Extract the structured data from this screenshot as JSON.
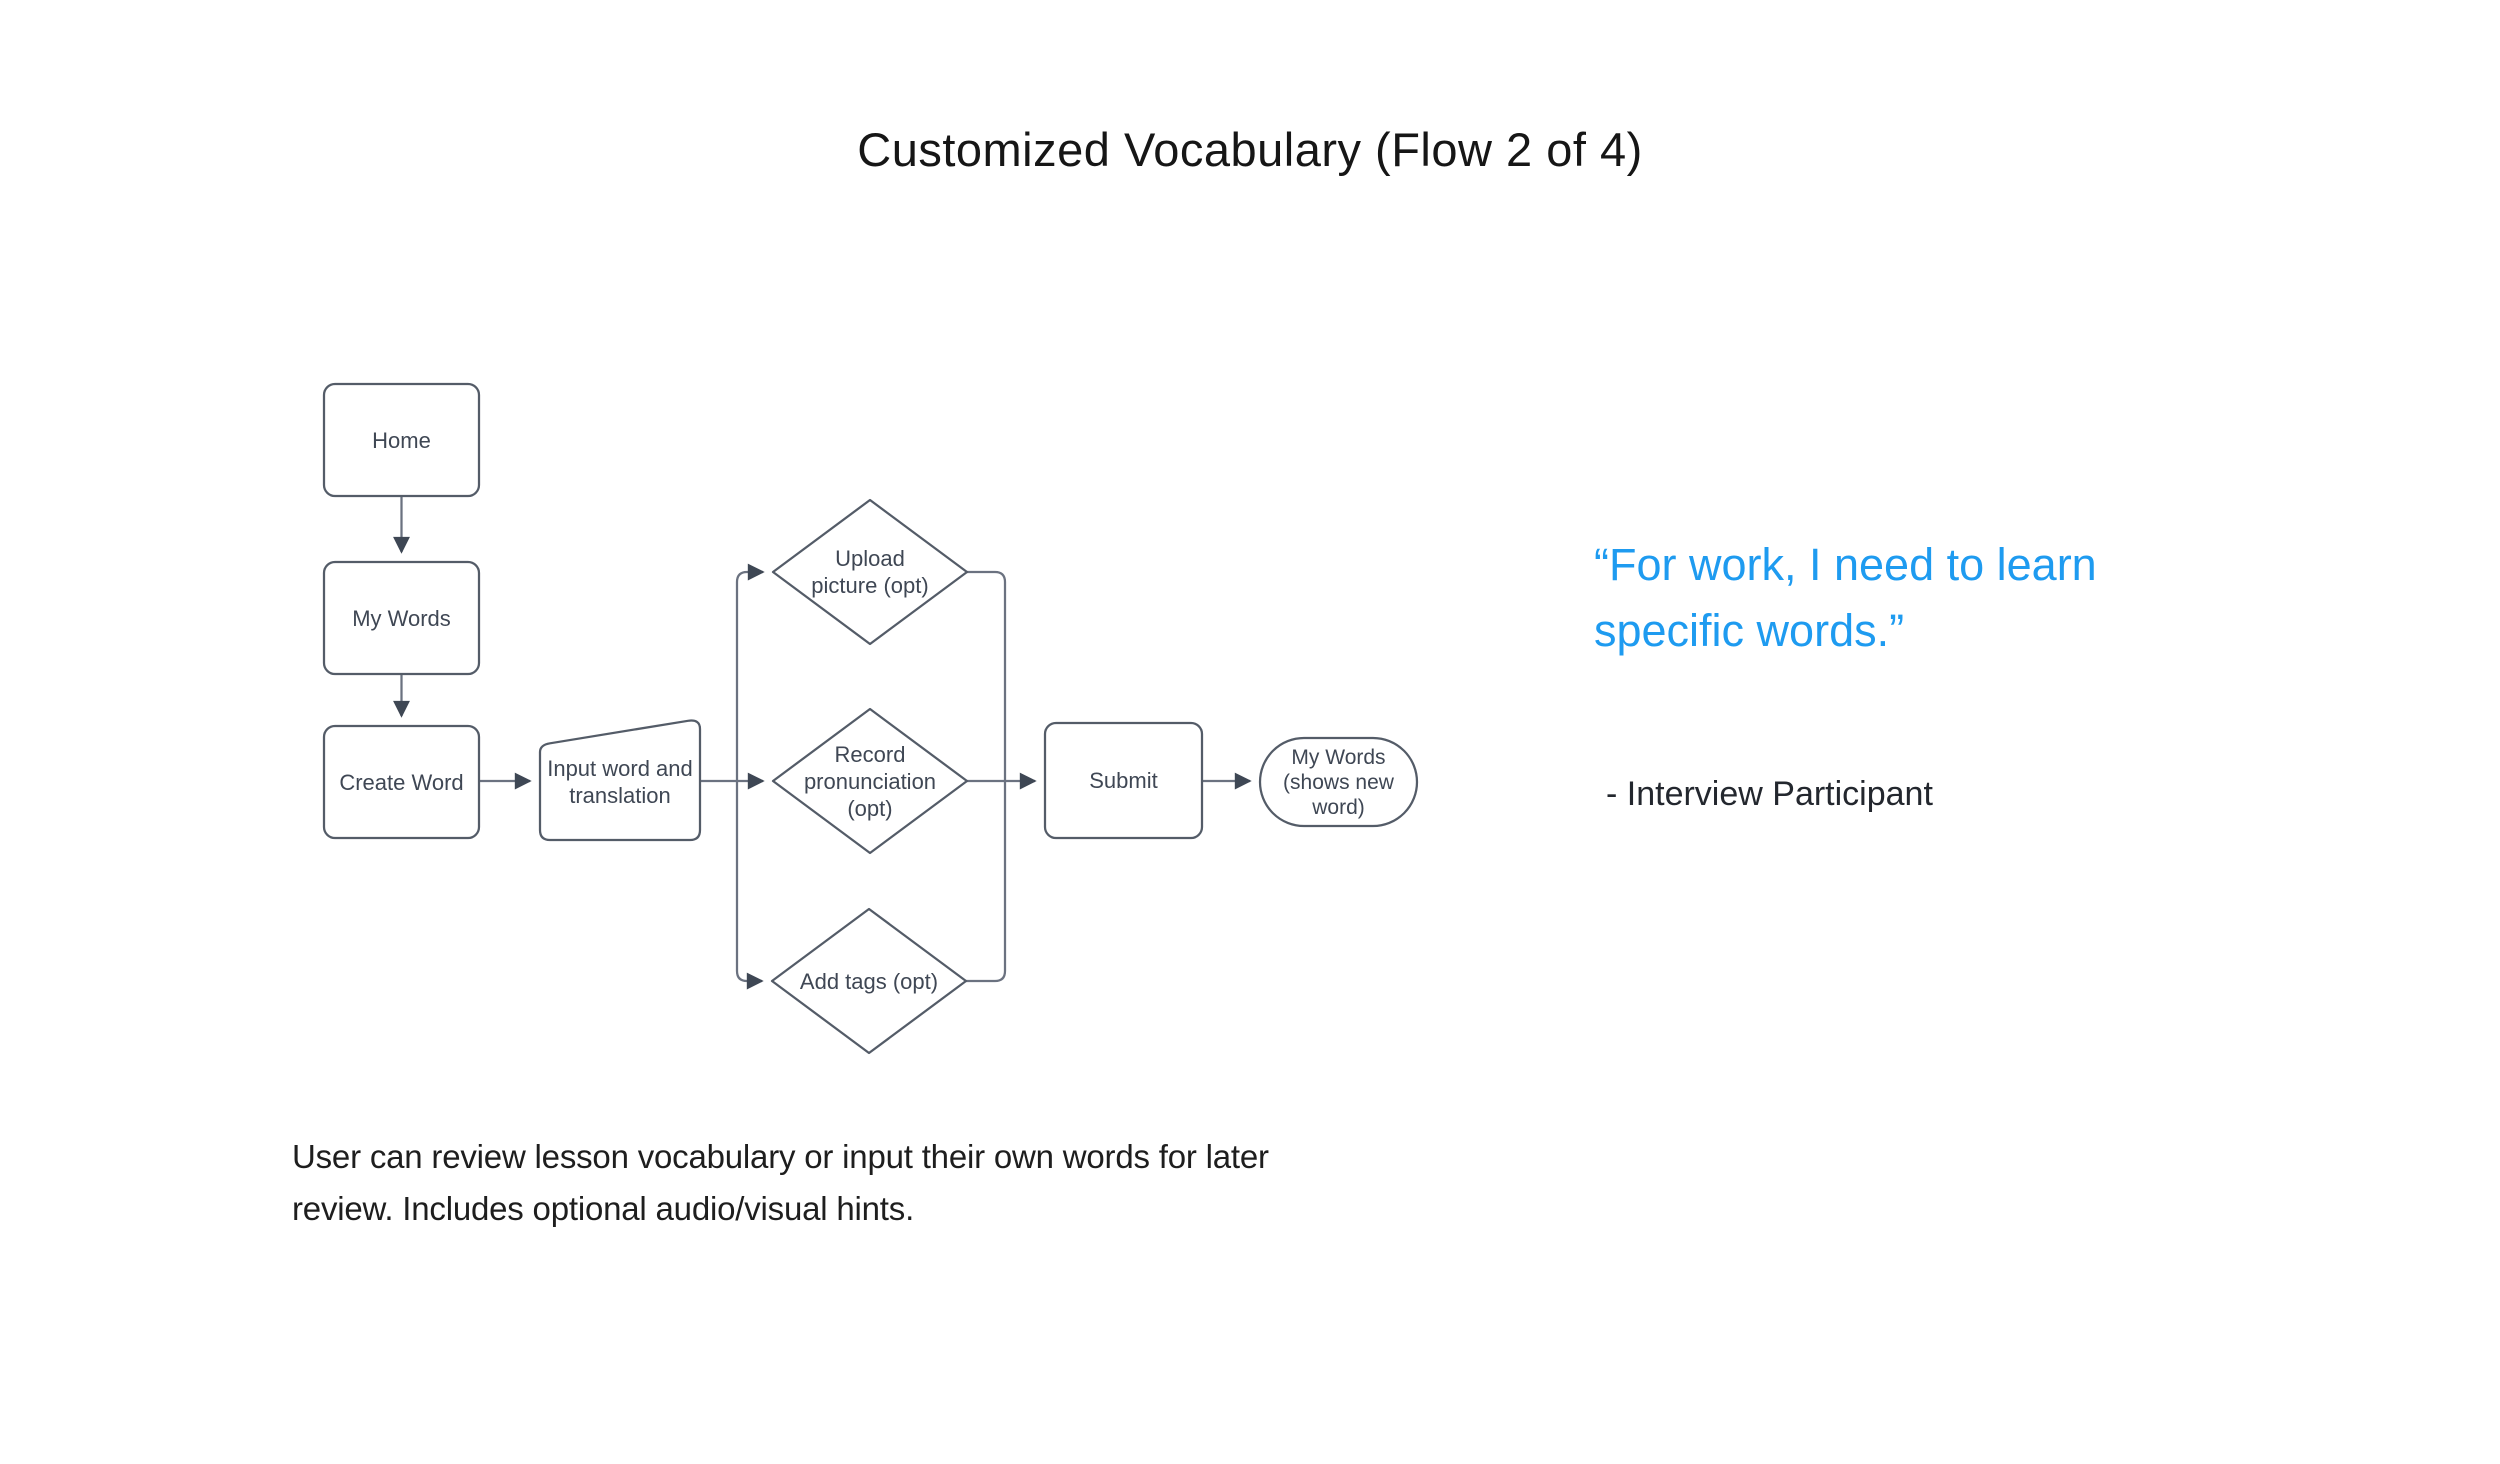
{
  "page": {
    "title": "Customized Vocabulary (Flow 2 of 4)",
    "description": "User can review lesson vocabulary or input their own words for later\nreview. Includes optional audio/visual hints."
  },
  "flowchart": {
    "nodes": {
      "home": {
        "label": "Home",
        "shape": "rectangle"
      },
      "my_words": {
        "label": "My Words",
        "shape": "rectangle"
      },
      "create_word": {
        "label": "Create Word",
        "shape": "rectangle"
      },
      "input_word": {
        "label": "Input word and\ntranslation",
        "shape": "manual-input"
      },
      "upload_picture": {
        "label": "Upload\npicture (opt)",
        "shape": "decision-diamond"
      },
      "record_pronunciation": {
        "label": "Record\npronunciation\n(opt)",
        "shape": "decision-diamond"
      },
      "add_tags": {
        "label": "Add tags (opt)",
        "shape": "decision-diamond"
      },
      "submit": {
        "label": "Submit",
        "shape": "rectangle"
      },
      "my_words_result": {
        "label": "My Words\n(shows new\nword)",
        "shape": "terminator"
      }
    },
    "edges": [
      "Home -> My Words",
      "My Words -> Create Word",
      "Create Word -> Input word and translation",
      "Input word and translation -> Upload picture (opt)",
      "Input word and translation -> Record pronunciation (opt)",
      "Input word and translation -> Add tags (opt)",
      "Upload picture (opt) -> Submit",
      "Record pronunciation (opt) -> Submit",
      "Add tags (opt) -> Submit",
      "Submit -> My Words (shows new word)"
    ]
  },
  "quote": {
    "text": "“For work, I need to learn\nspecific words.”",
    "attribution": "- Interview Participant"
  },
  "colors": {
    "quote_blue": "#1E9BF0",
    "shape_stroke": "#545C68",
    "connector_stroke": "#6B7280",
    "arrowhead": "#3E4754",
    "node_text": "#3F4754",
    "body_text": "#1E1E1E",
    "background": "#FFFFFF"
  }
}
